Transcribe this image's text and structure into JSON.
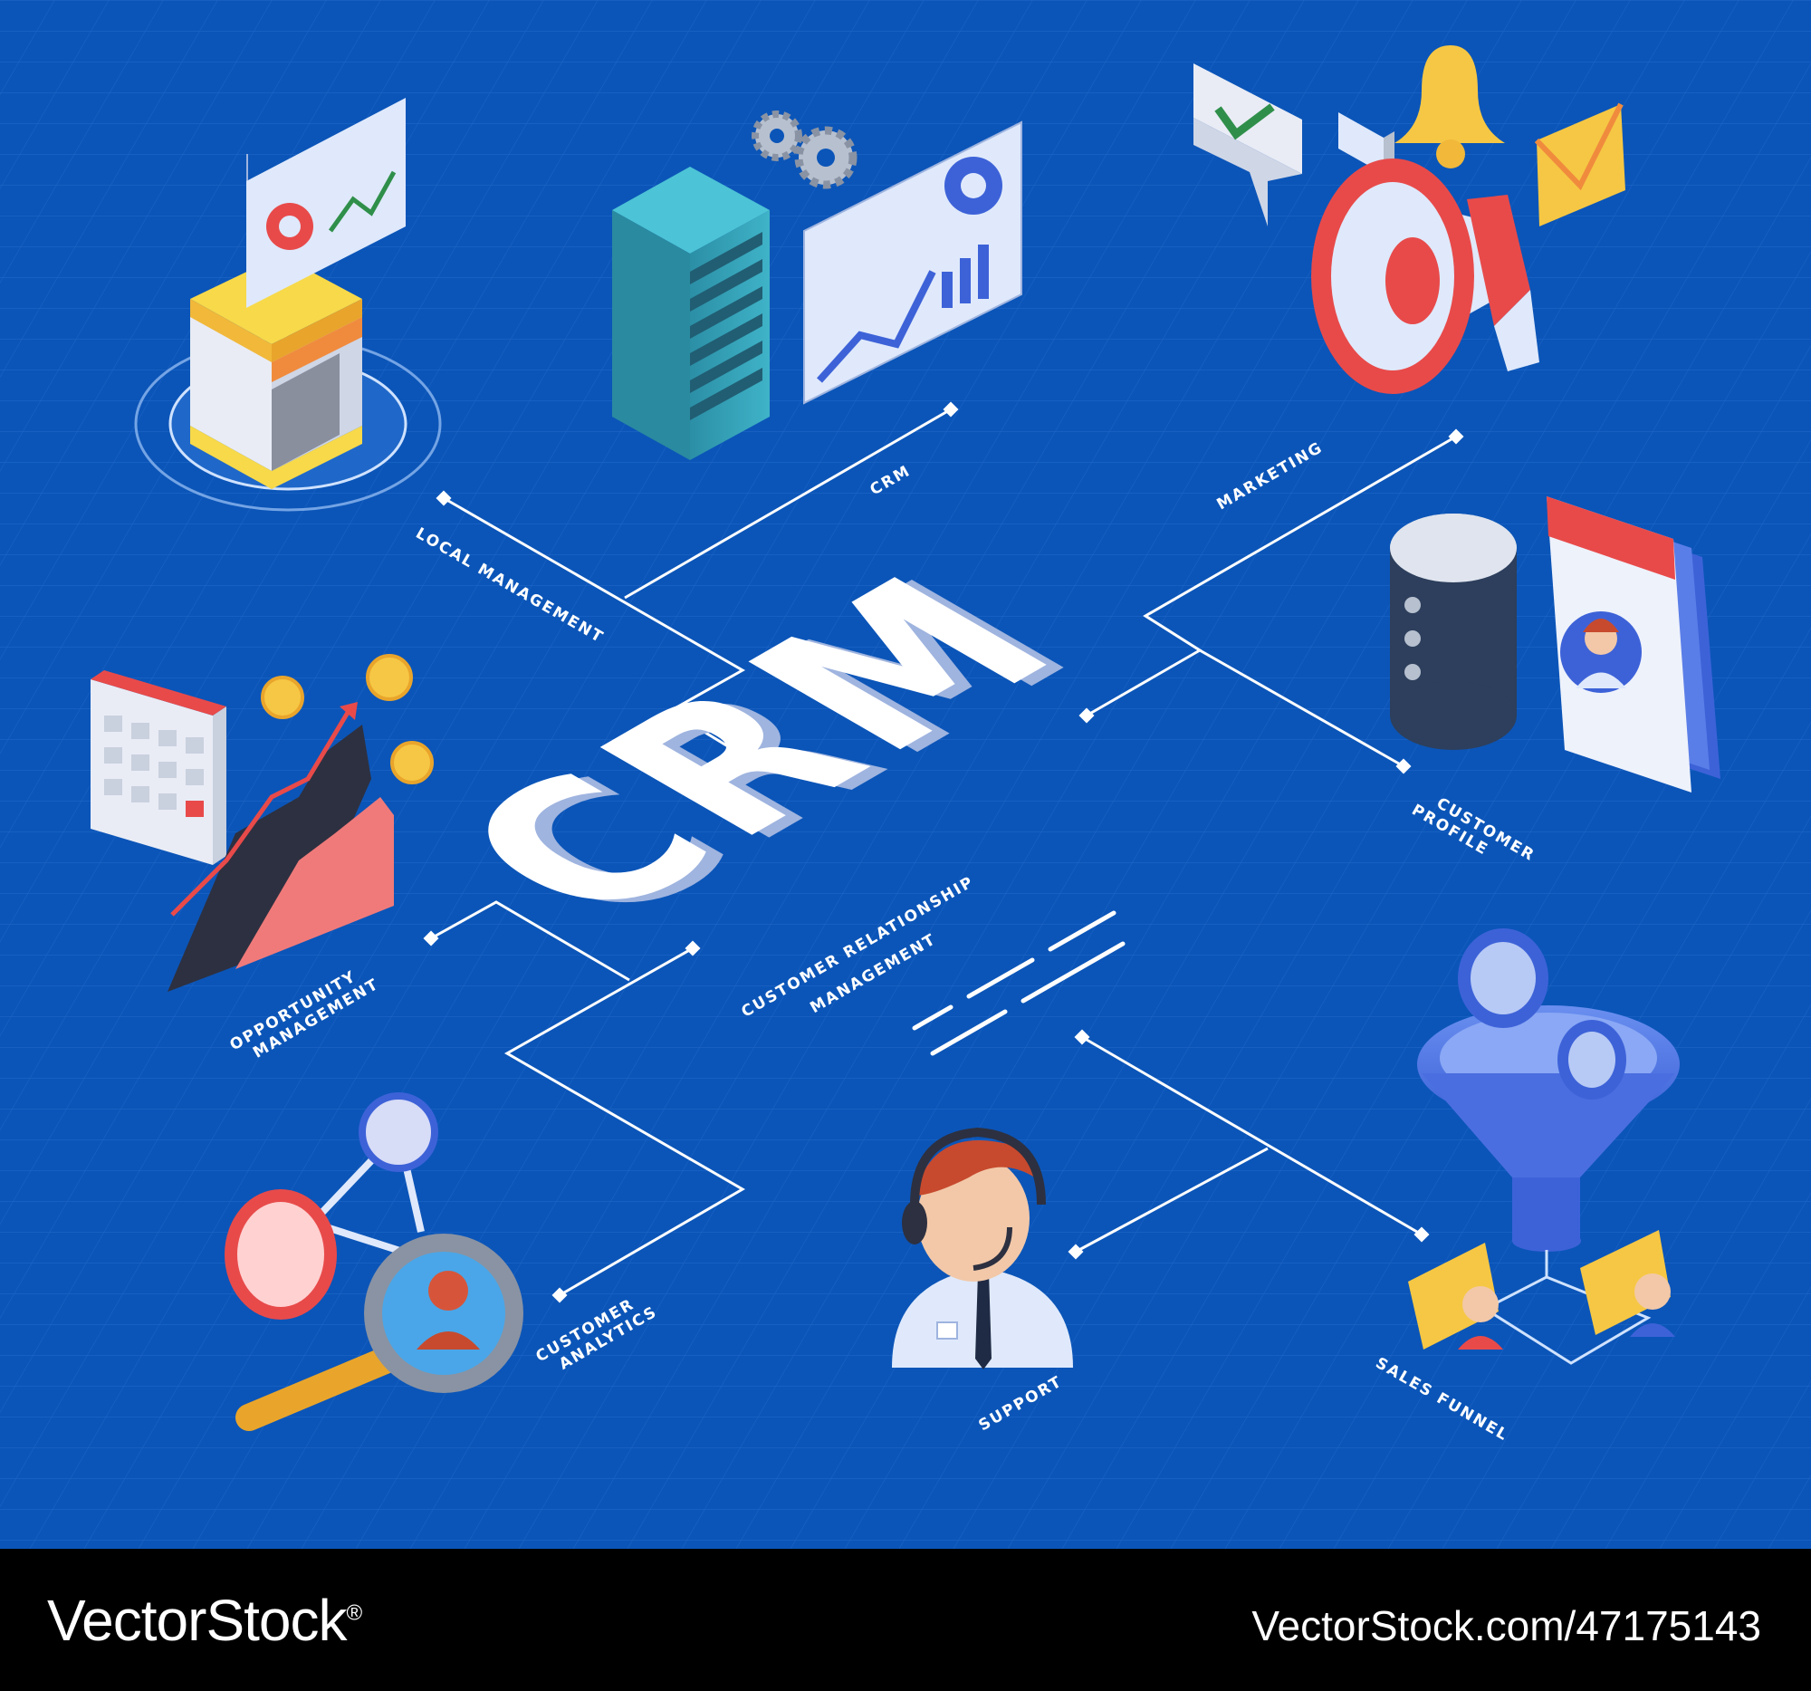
{
  "center": {
    "title": "CRM",
    "subtitle_line1": "CUSTOMER RELATIONSHIP",
    "subtitle_line2": "MANAGEMENT"
  },
  "nodes": {
    "local_management": "LOCAL MANAGEMENT",
    "crm": "CRM",
    "marketing": "MARKETING",
    "customer_profile_line1": "CUSTOMER",
    "customer_profile_line2": "PROFILE",
    "opportunity_line1": "OPPORTUNITY",
    "opportunity_line2": "MANAGEMENT",
    "customer_analytics_line1": "CUSTOMER",
    "customer_analytics_line2": "ANALYTICS",
    "support": "SUPPORT",
    "sales_funnel": "SALES FUNNEL"
  },
  "footer": {
    "brand": "VectorStock",
    "reg_mark": "®",
    "url": "VectorStock.com/47175143"
  },
  "colors": {
    "background": "#0b55b8",
    "line": "#ffffff",
    "accent_red": "#e84a4a",
    "accent_yellow": "#f6c744"
  }
}
